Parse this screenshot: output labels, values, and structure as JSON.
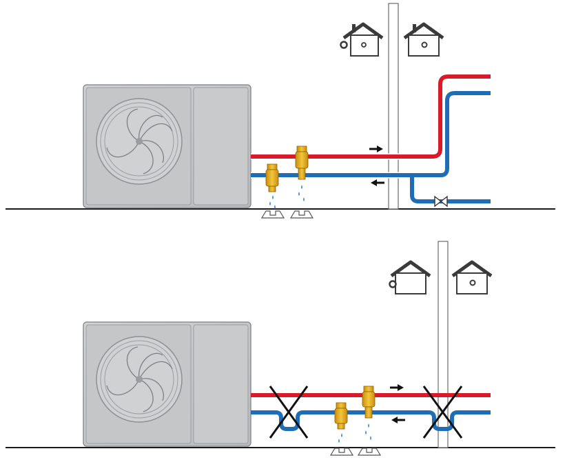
{
  "colors": {
    "supply_pipe": "#d91a2a",
    "return_pipe": "#1f6db4",
    "valve_brass": "#e8b21a",
    "unit_body": "#c9cacc",
    "unit_outline": "#8c8e91",
    "ground_line": "#1a1a1a",
    "drip_drop": "#4a8fd0",
    "cross_mark": "#111111"
  },
  "panels": [
    {
      "id": "correct-installation",
      "heat_pump": {
        "icon": "outdoor-heat-pump-icon"
      },
      "antifreeze_valves": 2,
      "building_icons": [
        "house-icon",
        "house-icon"
      ],
      "flow_arrows": [
        "arrow-right-icon",
        "arrow-left-icon"
      ],
      "extra_fittings": [
        "check-valve-icon"
      ]
    },
    {
      "id": "incorrect-installation",
      "heat_pump": {
        "icon": "outdoor-heat-pump-icon"
      },
      "antifreeze_valves": 2,
      "building_icons": [
        "house-icon",
        "house-icon"
      ],
      "flow_arrows": [
        "arrow-right-icon",
        "arrow-left-icon"
      ],
      "prohibited_marks": [
        "cross-icon",
        "cross-icon"
      ]
    }
  ]
}
